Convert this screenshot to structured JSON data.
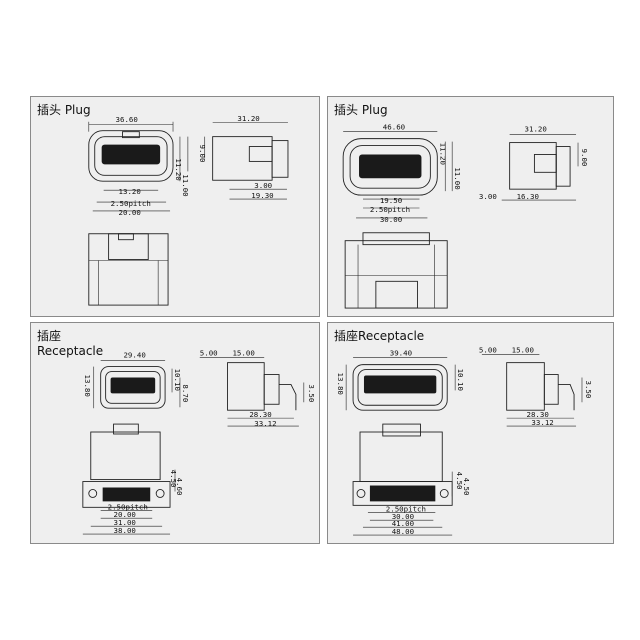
{
  "panels": {
    "tl": {
      "title": "插头 Plug",
      "dims": {
        "width": "36.60",
        "height_a": "11.20",
        "height_b": "11.00",
        "inner": "13.20",
        "pitch": "2.50pitch",
        "bottom": "20.00",
        "side_width": "31.20",
        "side_height": "9.00",
        "side_c": "3.00",
        "side_d": "19.30"
      }
    },
    "tr": {
      "title": "插头 Plug",
      "dims": {
        "width": "46.60",
        "height_a": "11.20",
        "height_b": "11.00",
        "inner": "19.50",
        "pitch": "2.50pitch",
        "bottom": "30.00",
        "side_width": "31.20",
        "side_height": "9.00",
        "side_c": "3.00",
        "side_d": "16.30"
      }
    },
    "bl": {
      "title": "插座",
      "subtitle": "Receptacle",
      "dims": {
        "width": "29.40",
        "height_a": "13.80",
        "height_b": "10.10",
        "height_c": "8.70",
        "side_a": "5.00",
        "side_b": "15.00",
        "side_c": "3.50",
        "side_d": "28.30",
        "side_e": "33.12",
        "front_a": "4.50",
        "front_b": "4.60",
        "pitch": "2.50pitch",
        "w1": "20.00",
        "w2": "31.00",
        "w3": "38.00"
      }
    },
    "br": {
      "title": "插座",
      "subtitle": "Receptacle",
      "dims": {
        "width": "39.40",
        "height_a": "13.80",
        "height_b": "10.10",
        "side_a": "5.00",
        "side_b": "15.00",
        "side_c": "3.50",
        "side_d": "28.30",
        "side_e": "33.12",
        "front_a": "4.50",
        "front_b": "4.50",
        "pitch": "2.50pitch",
        "w1": "30.00",
        "w2": "41.00",
        "w3": "48.00"
      }
    }
  }
}
